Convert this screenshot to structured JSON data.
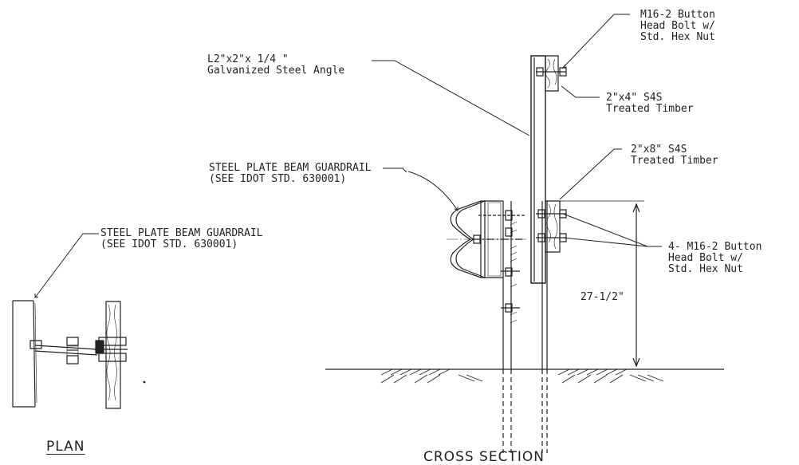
{
  "labels": {
    "bolt_top": [
      "M16-2 Button",
      "Head Bolt w/",
      "Std. Hex Nut"
    ],
    "angle": [
      "L2\"x2\"x 1/4 \"",
      "Galvanized Steel Angle"
    ],
    "timber_2x4": [
      "2\"x4\" S4S",
      "Treated Timber"
    ],
    "timber_2x8": [
      "2\"x8\" S4S",
      "Treated Timber"
    ],
    "guardrail_section": [
      "STEEL PLATE BEAM GUARDRAIL",
      "(SEE IDOT STD. 630001)"
    ],
    "guardrail_plan": [
      "STEEL PLATE BEAM GUARDRAIL",
      "(SEE IDOT STD. 630001)"
    ],
    "bolts_4": [
      "4- M16-2 Button",
      "Head Bolt w/",
      "Std. Hex Nut"
    ],
    "height_dim": "27-1/2\""
  },
  "titles": {
    "plan": "PLAN",
    "cross_section": "CROSS SECTION"
  }
}
